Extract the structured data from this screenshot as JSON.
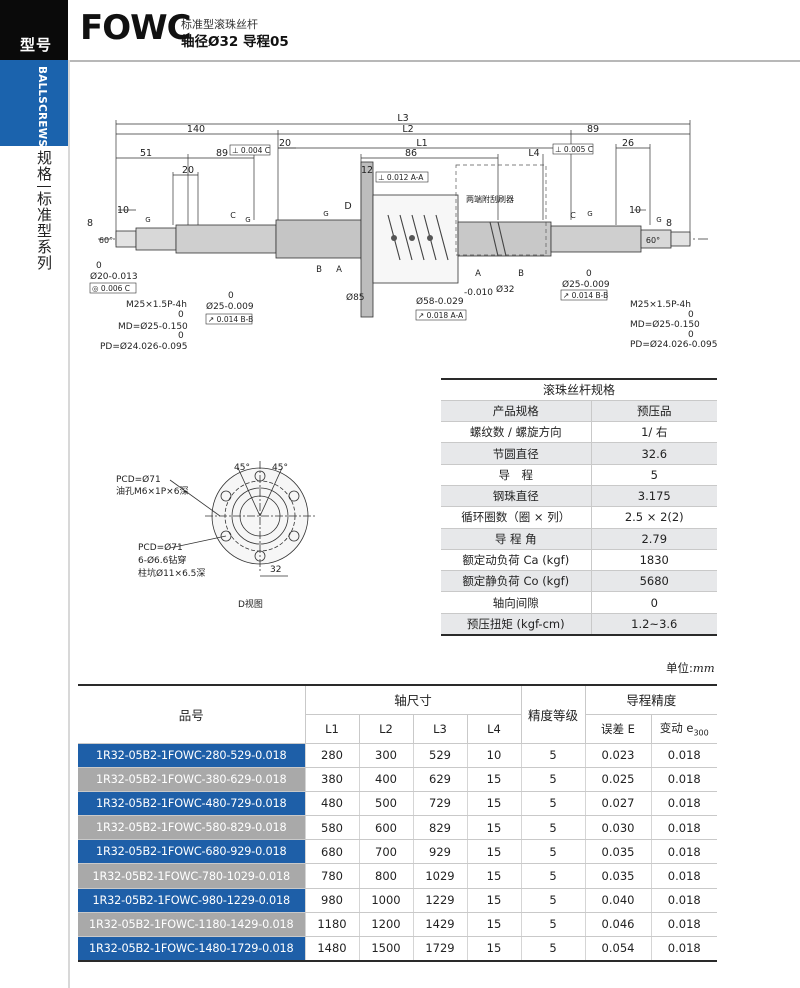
{
  "tab": {
    "label": "型号",
    "series_vertical": "BALLSCREWS"
  },
  "side_category": {
    "top": "规格",
    "bottom": "标准型系列"
  },
  "header": {
    "model": "FOWC",
    "subtitle_line1": "标准型滚珠丝杆",
    "subtitle_line2": "轴径Ø32 导程05"
  },
  "drawing": {
    "dims": {
      "L3": "L3",
      "L2": "L2",
      "L1": "L1",
      "L4": "L4",
      "d140": "140",
      "d89_right": "89",
      "d51": "51",
      "d89": "89",
      "d20a": "20",
      "d20b": "20",
      "d86": "86",
      "d12": "12",
      "d26": "26",
      "d10_left": "10",
      "d10_right": "10",
      "d8_left": "8",
      "d8_right": "8",
      "deg60_left": "60°",
      "deg60_right": "60°",
      "D": "D",
      "A": "A",
      "B": "B",
      "C": "C",
      "G": "G"
    },
    "tol": {
      "t1": "⊥ 0.004 C",
      "t2": "⊥ 0.005 C",
      "t3": "⊥ 0.012 A-A",
      "t4": "◎ 0.006 C",
      "t5": "↗ 0.014 B-B",
      "t6": "↗ 0.014 B-B",
      "t7": "↗ 0.018 A-A"
    },
    "notes": {
      "wiper": "两端附刮刷器",
      "d20_tol_a": "0",
      "d20": "Ø20-0.013",
      "m25_left": "M25×1.5P-4h",
      "md_left": "MD=Ø25-0.150",
      "pd_left": "PD=Ø24.026-0.095",
      "md_left_0": "0",
      "pd_left_0": "0",
      "d25_left_0": "0",
      "d25_left": "Ø25-0.009",
      "d85": "Ø85",
      "d58_0": "-0.010",
      "d58": "Ø58-0.029",
      "d32": "Ø32",
      "d25_right_0": "0",
      "d25_right": "Ø25-0.009",
      "m25_right": "M25×1.5P-4h",
      "md_right": "MD=Ø25-0.150",
      "pd_right": "PD=Ø24.026-0.095",
      "md_right_0": "0",
      "pd_right_0": "0"
    },
    "flange": {
      "pcd1": "PCD=Ø71",
      "oil": "油孔M6×1P×6深",
      "pcd2": "PCD=Ø71",
      "holes": "6-Ø6.6钻穿",
      "counterbore": "柱坑Ø11×6.5深",
      "angle1": "45°",
      "angle2": "45°",
      "d32": "32",
      "caption": "D视图"
    }
  },
  "spec_table": {
    "title": "滚珠丝杆规格",
    "col_headers": [
      "产品规格",
      "预压品"
    ],
    "rows": [
      {
        "label": "螺纹数 / 螺旋方向",
        "value": "1/ 右"
      },
      {
        "label": "节圆直径",
        "value": "32.6"
      },
      {
        "label": "导　程",
        "value": "5"
      },
      {
        "label": "钢珠直径",
        "value": "3.175"
      },
      {
        "label": "循环圈数（圈 × 列）",
        "value": "2.5 × 2(2)"
      },
      {
        "label": "导 程 角",
        "value": "2.79"
      },
      {
        "label": "额定动负荷 Ca (kgf)",
        "value": "1830"
      },
      {
        "label": "额定静负荷 Co (kgf)",
        "value": "5680"
      },
      {
        "label": "轴向间隙",
        "value": "0"
      },
      {
        "label": "预压扭矩 (kgf-cm)",
        "value": "1.2~3.6"
      }
    ]
  },
  "unit": {
    "label": "单位:",
    "value": "mm"
  },
  "product_table": {
    "headers": {
      "part_no": "品号",
      "shaft_dims": "轴尺寸",
      "accuracy": "精度等级",
      "lead_accuracy": "导程精度",
      "L1": "L1",
      "L2": "L2",
      "L3": "L3",
      "L4": "L4",
      "error": "误差 E",
      "variation": "变动 e",
      "variation_sub": "300"
    },
    "rows": [
      {
        "part": "1R32-05B2-1FOWC-280-529-0.018",
        "L1": "280",
        "L2": "300",
        "L3": "529",
        "L4": "10",
        "grade": "5",
        "E": "0.023",
        "e": "0.018"
      },
      {
        "part": "1R32-05B2-1FOWC-380-629-0.018",
        "L1": "380",
        "L2": "400",
        "L3": "629",
        "L4": "15",
        "grade": "5",
        "E": "0.025",
        "e": "0.018"
      },
      {
        "part": "1R32-05B2-1FOWC-480-729-0.018",
        "L1": "480",
        "L2": "500",
        "L3": "729",
        "L4": "15",
        "grade": "5",
        "E": "0.027",
        "e": "0.018"
      },
      {
        "part": "1R32-05B2-1FOWC-580-829-0.018",
        "L1": "580",
        "L2": "600",
        "L3": "829",
        "L4": "15",
        "grade": "5",
        "E": "0.030",
        "e": "0.018"
      },
      {
        "part": "1R32-05B2-1FOWC-680-929-0.018",
        "L1": "680",
        "L2": "700",
        "L3": "929",
        "L4": "15",
        "grade": "5",
        "E": "0.035",
        "e": "0.018"
      },
      {
        "part": "1R32-05B2-1FOWC-780-1029-0.018",
        "L1": "780",
        "L2": "800",
        "L3": "1029",
        "L4": "15",
        "grade": "5",
        "E": "0.035",
        "e": "0.018"
      },
      {
        "part": "1R32-05B2-1FOWC-980-1229-0.018",
        "L1": "980",
        "L2": "1000",
        "L3": "1229",
        "L4": "15",
        "grade": "5",
        "E": "0.040",
        "e": "0.018"
      },
      {
        "part": "1R32-05B2-1FOWC-1180-1429-0.018",
        "L1": "1180",
        "L2": "1200",
        "L3": "1429",
        "L4": "15",
        "grade": "5",
        "E": "0.046",
        "e": "0.018"
      },
      {
        "part": "1R32-05B2-1FOWC-1480-1729-0.018",
        "L1": "1480",
        "L2": "1500",
        "L3": "1729",
        "L4": "15",
        "grade": "5",
        "E": "0.054",
        "e": "0.018"
      }
    ]
  },
  "colors": {
    "brand_blue": "#1e5fa8",
    "grey_row": "#a9a9a9",
    "tab_black": "#0a0a0a",
    "shade": "#e7e8ea"
  }
}
